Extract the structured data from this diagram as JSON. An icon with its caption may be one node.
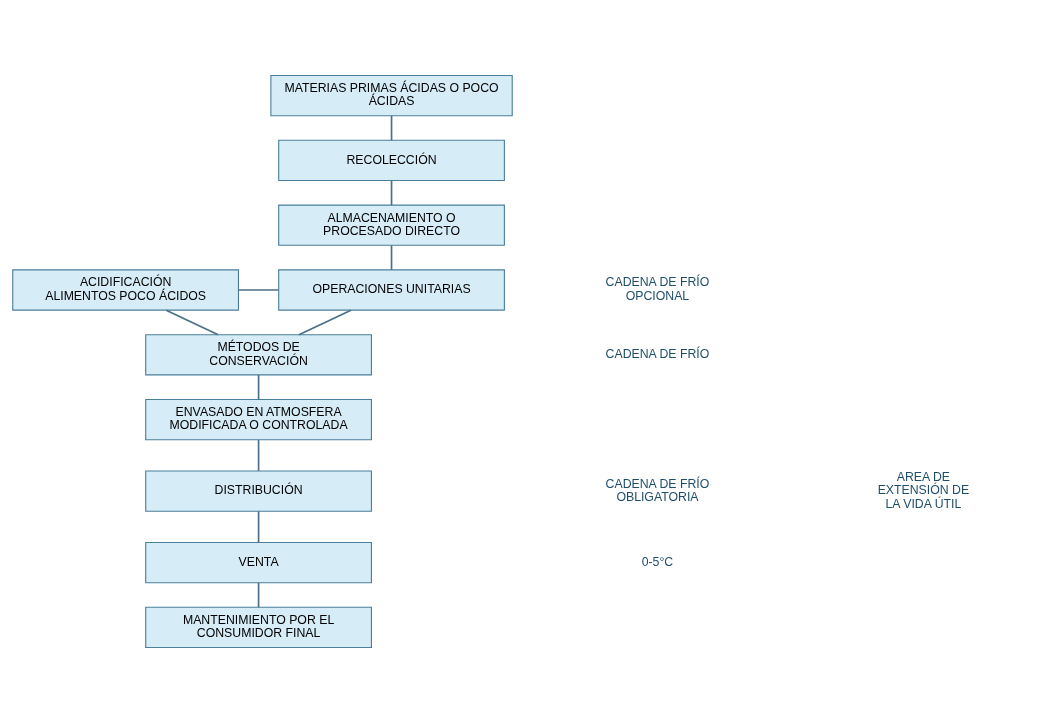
{
  "diagram": {
    "nodes": [
      {
        "text": [
          "MATERIAS PRIMAS ÁCIDAS O POCO ÁCIDAS"
        ]
      },
      {
        "text": [
          "RECOLECCIÓN"
        ]
      },
      {
        "text": [
          "ALMACENAMIENTO O PROCESADO DIRECTO"
        ]
      },
      {
        "text": [
          "OPERACIONES UNITARIAS"
        ]
      },
      {
        "text": [
          "MÉTODOS DE CONSERVACIÓN"
        ]
      },
      {
        "text": [
          "ACIDIFICACIÓN ALIMENTOS POCO ÁCIDOS"
        ]
      },
      {
        "text": [
          "ENVASADO EN ATMOSFERA MODIFICADA O CONTROLADA"
        ]
      },
      {
        "text": [
          "DISTRIBUCIÓN"
        ]
      },
      {
        "text": [
          "VENTA"
        ]
      },
      {
        "text": [
          "MANTENIMIENTO POR EL CONSUMIDOR FINAL"
        ]
      }
    ],
    "edges": [
      {
        "from": 0,
        "to": 1,
        "arrow": "none"
      },
      {
        "from": 1,
        "to": 2,
        "arrow": "none"
      },
      {
        "from": 2,
        "to": 3,
        "arrow": "none"
      },
      {
        "from": 3,
        "to": 4,
        "arrow": "none"
      },
      {
        "from": 4,
        "to": 6,
        "arrow": "none"
      },
      {
        "from": 6,
        "to": 7,
        "arrow": "none"
      },
      {
        "from": 7,
        "to": 8,
        "arrow": "none"
      },
      {
        "from": 8,
        "to": 9,
        "arrow": "none"
      },
      {
        "from": 5,
        "to": 3,
        "arrow": "none"
      },
      {
        "from": 5,
        "to": 4,
        "arrow": "none"
      }
    ],
    "labels": [
      "CADENA DE FRÍO OPCIONAL",
      "CADENA DE FRÍO",
      "CADENA DE FRÍO OBLIGATORIA",
      "0-5°C",
      "AREA DE EXTENSIÓN DE LA VIDA ÚTIL"
    ]
  }
}
